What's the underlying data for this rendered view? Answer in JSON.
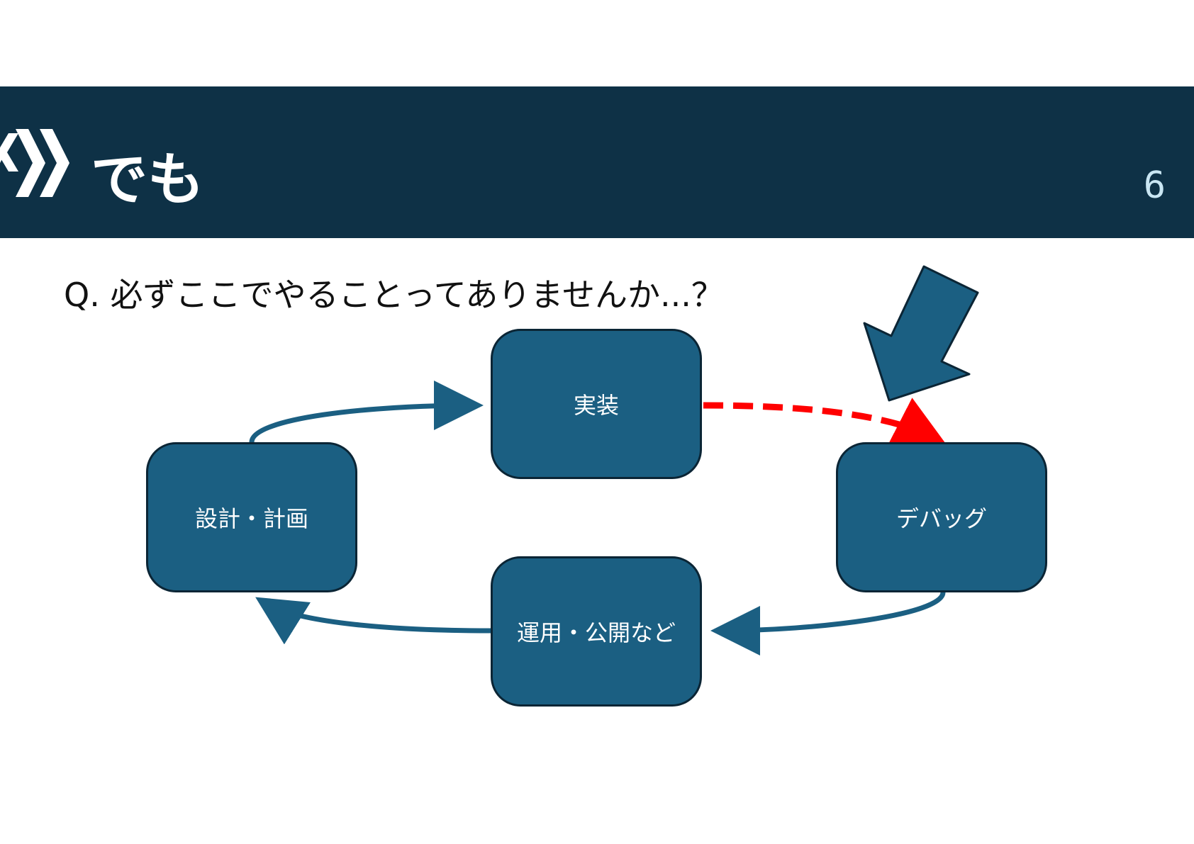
{
  "header": {
    "title": "でも",
    "page_number": "6",
    "background_color": "#0e3146"
  },
  "question": "Q. 必ずここでやることってありませんか...？",
  "diagram": {
    "nodes": {
      "implement": "実装",
      "design": "設計・計画",
      "debug": "デバッグ",
      "operate": "運用・公開など"
    },
    "node_color": "#1b5f82",
    "arrow_color": "#1b5f82",
    "highlight_arrow_color": "#ff0000",
    "pointer_icon": "block-arrow-icon"
  }
}
